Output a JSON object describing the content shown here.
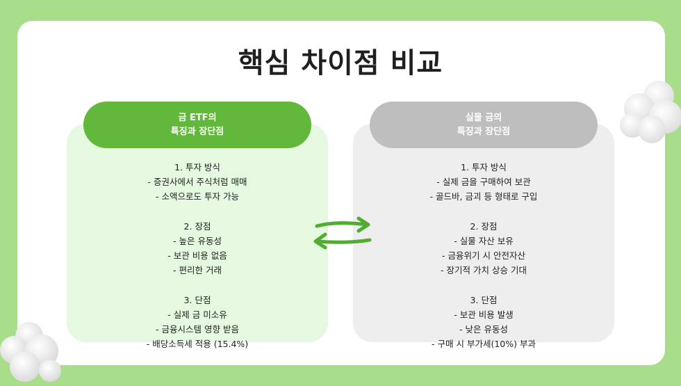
{
  "title": "핵심 차이점 비교",
  "colors": {
    "background": "#a8dd8a",
    "etf_header": "#62b83a",
    "etf_panel": "#e5f8e0",
    "gold_header": "#bebebe",
    "gold_panel": "#eeeeee",
    "arrow": "#4fae2e"
  },
  "etf": {
    "header_line1": "금 ETF의",
    "header_line2": "특징과 장단점",
    "sections": [
      {
        "heading": "1. 투자 방식",
        "items": [
          "- 증권사에서 주식처럼 매매",
          "- 소액으로도 투자 가능"
        ]
      },
      {
        "heading": "2. 장점",
        "items": [
          "- 높은 유동성",
          "- 보관 비용 없음",
          "- 편리한 거래"
        ]
      },
      {
        "heading": "3. 단점",
        "items": [
          "- 실제 금 미소유",
          "- 금융시스템 영향 받음",
          "- 배당소득세 적용 (15.4%)"
        ]
      }
    ]
  },
  "physical": {
    "header_line1": "실물 금의",
    "header_line2": "특징과 장단점",
    "sections": [
      {
        "heading": "1. 투자 방식",
        "items": [
          "- 실제 금을 구매하여 보관",
          "- 골드바, 금괴 등 형태로 구입"
        ]
      },
      {
        "heading": "2. 장점",
        "items": [
          "- 실물 자산 보유",
          "- 금융위기 시 안전자산",
          "- 장기적 가치 상승 기대"
        ]
      },
      {
        "heading": "3. 단점",
        "items": [
          "- 보관 비용 발생",
          "- 낮은 유동성",
          "- 구매 시 부가세(10%) 부과"
        ]
      }
    ]
  },
  "icons": {
    "exchange": "exchange-arrows-icon",
    "cloud": "cloud-icon"
  }
}
